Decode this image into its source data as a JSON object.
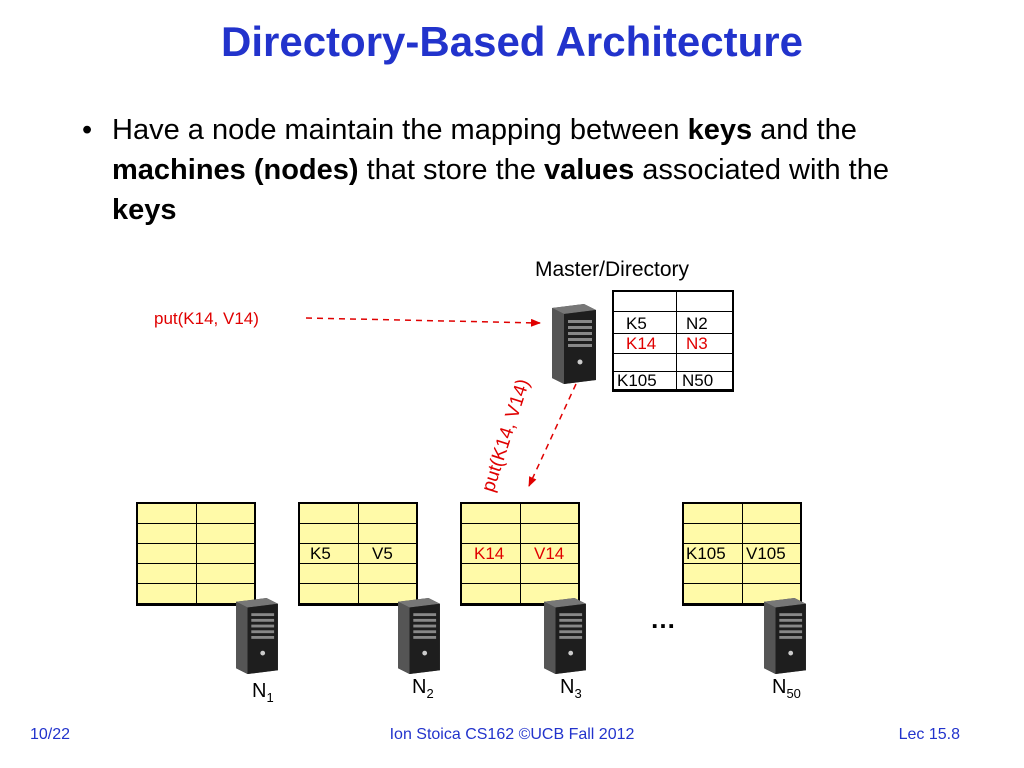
{
  "slide": {
    "title": "Directory-Based Architecture",
    "bullet": {
      "symbol": "•",
      "parts": [
        {
          "t": "Have a node maintain the mapping between ",
          "b": false
        },
        {
          "t": "keys",
          "b": true
        },
        {
          "t": " and the ",
          "b": false
        },
        {
          "t": "machines (nodes)",
          "b": true
        },
        {
          "t": " that store the ",
          "b": false
        },
        {
          "t": "values",
          "b": true
        },
        {
          "t": " associated with the ",
          "b": false
        },
        {
          "t": "keys",
          "b": true
        }
      ]
    },
    "master_label": "Master/Directory",
    "put_request": "put(K14, V14)",
    "put_forward": "put(K14, V14)",
    "directory": {
      "rows": [
        {
          "key": "",
          "node": ""
        },
        {
          "key": "K5",
          "node": "N2"
        },
        {
          "key": "K14",
          "node": "N3",
          "highlight": true
        },
        {
          "key": "",
          "node": ""
        },
        {
          "key": "K105",
          "node": "N50"
        }
      ]
    },
    "nodes": [
      {
        "name": "N",
        "sub": "1",
        "key": "",
        "value": ""
      },
      {
        "name": "N",
        "sub": "2",
        "key": "K5",
        "value": "V5"
      },
      {
        "name": "N",
        "sub": "3",
        "key": "K14",
        "value": "V14",
        "highlight": true
      },
      {
        "name": "N",
        "sub": "50",
        "key": "K105",
        "value": "V105"
      }
    ],
    "ellipsis": "…",
    "footer": {
      "left": "10/22",
      "center": "Ion Stoica CS162 ©UCB Fall 2012",
      "right": "Lec 15.8"
    },
    "colors": {
      "title": "#2233cc",
      "highlight": "#e00000",
      "node_fill": "#fffaa8"
    }
  }
}
